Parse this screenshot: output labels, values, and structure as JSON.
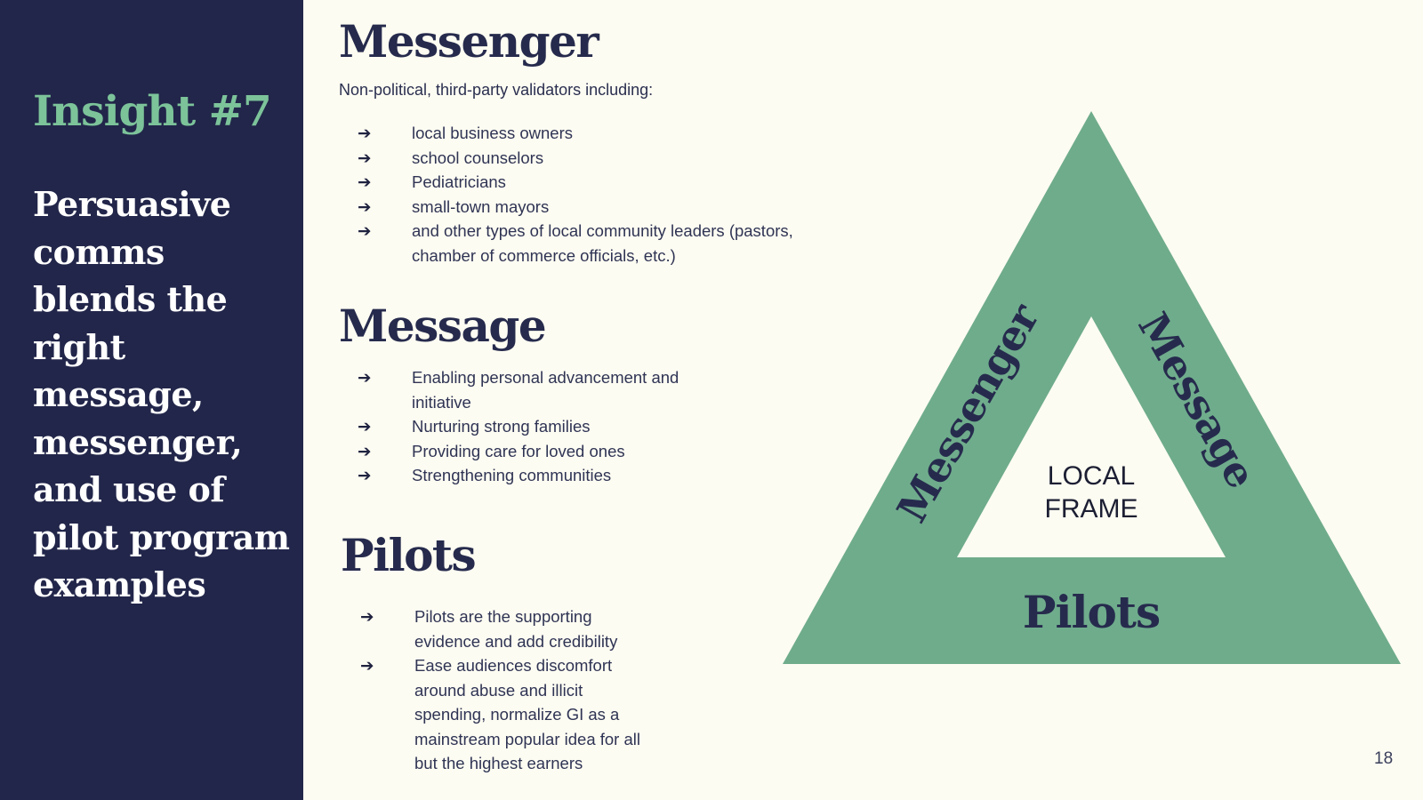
{
  "sidebar": {
    "insight_title": "Insight #7",
    "headline": "Persuasive comms blends the right message, messenger, and use of pilot program examples"
  },
  "messenger": {
    "heading": "Messenger",
    "intro": "Non-political, third-party validators including:",
    "items": [
      "local business owners",
      "school counselors",
      "Pediatricians",
      "small-town mayors",
      "and other types of local community leaders (pastors, chamber of commerce officials, etc.)"
    ]
  },
  "message": {
    "heading": "Message",
    "items": [
      "Enabling personal advancement and initiative",
      "Nurturing strong families",
      "Providing care for loved ones",
      "Strengthening communities"
    ]
  },
  "pilots": {
    "heading": "Pilots",
    "items": [
      "Pilots are the supporting evidence and add credibility",
      "Ease audiences discomfort around abuse and illicit spending, normalize GI as a mainstream popular  idea for all but the highest earners"
    ]
  },
  "diagram": {
    "left_label": "Messenger",
    "right_label": "Message",
    "bottom_label": "Pilots",
    "center_line1": "LOCAL",
    "center_line2": "FRAME",
    "fill_color": "#6fac8c",
    "text_color": "#262b4d"
  },
  "icons": {
    "bullet": "arrow-right-icon",
    "arrow_glyph": "➔"
  },
  "colors": {
    "sidebar_bg": "#22264a",
    "accent_green": "#7cc39a",
    "page_bg": "#fdfcf2"
  },
  "page_number": "18"
}
